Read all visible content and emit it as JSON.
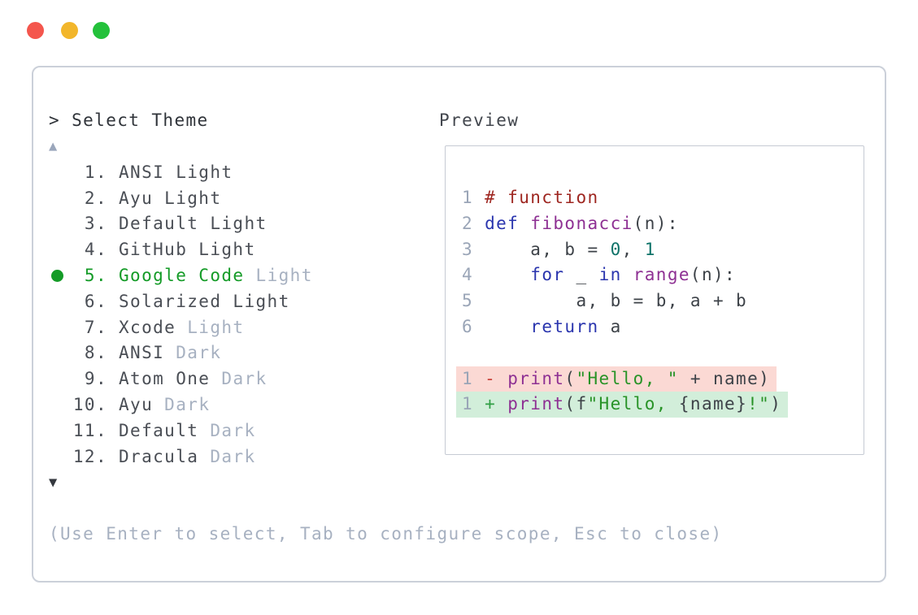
{
  "window": {
    "traffic_lights": [
      {
        "name": "close",
        "color": "#f4564d"
      },
      {
        "name": "minimize",
        "color": "#f2b62b"
      },
      {
        "name": "zoom",
        "color": "#24c13b"
      }
    ]
  },
  "modal": {
    "title": "> Select Theme",
    "up_arrow": "▲",
    "down_arrow": "▼",
    "help_text": "(Use Enter to select, Tab to configure scope, Esc to close)",
    "list": {
      "selected_index": 5,
      "items": [
        {
          "num": "1.",
          "main": "ANSI Light",
          "muted": "",
          "selected": false
        },
        {
          "num": "2.",
          "main": "Ayu Light",
          "muted": "",
          "selected": false
        },
        {
          "num": "3.",
          "main": "Default Light",
          "muted": "",
          "selected": false
        },
        {
          "num": "4.",
          "main": "GitHub Light",
          "muted": "",
          "selected": false
        },
        {
          "num": "5.",
          "main": "Google Code",
          "muted": "Light",
          "selected": true
        },
        {
          "num": "6.",
          "main": "Solarized Light",
          "muted": "",
          "selected": false
        },
        {
          "num": "7.",
          "main": "Xcode",
          "muted": "Light",
          "selected": false
        },
        {
          "num": "8.",
          "main": "ANSI",
          "muted": "Dark",
          "selected": false
        },
        {
          "num": "9.",
          "main": "Atom One",
          "muted": "Dark",
          "selected": false
        },
        {
          "num": "10.",
          "main": "Ayu",
          "muted": "Dark",
          "selected": false
        },
        {
          "num": "11.",
          "main": "Default",
          "muted": "Dark",
          "selected": false
        },
        {
          "num": "12.",
          "main": "Dracula",
          "muted": "Dark",
          "selected": false
        }
      ]
    },
    "preview": {
      "label": "Preview",
      "code_lines": [
        {
          "ln": "1",
          "diff": null,
          "segments": [
            [
              "# function",
              "comment"
            ]
          ]
        },
        {
          "ln": "2",
          "diff": null,
          "segments": [
            [
              "def",
              "keyword"
            ],
            [
              " ",
              "plain"
            ],
            [
              "fibonacci",
              "title"
            ],
            [
              "(n):",
              "plain"
            ]
          ]
        },
        {
          "ln": "3",
          "diff": null,
          "segments": [
            [
              "    a, b = ",
              "plain"
            ],
            [
              "0",
              "number"
            ],
            [
              ", ",
              "plain"
            ],
            [
              "1",
              "number"
            ]
          ]
        },
        {
          "ln": "4",
          "diff": null,
          "segments": [
            [
              "    ",
              "plain"
            ],
            [
              "for",
              "keyword"
            ],
            [
              " _ ",
              "plain"
            ],
            [
              "in",
              "keyword"
            ],
            [
              " ",
              "plain"
            ],
            [
              "range",
              "title"
            ],
            [
              "(n):",
              "plain"
            ]
          ]
        },
        {
          "ln": "5",
          "diff": null,
          "segments": [
            [
              "        a, b = b, a + b",
              "plain"
            ]
          ]
        },
        {
          "ln": "6",
          "diff": null,
          "segments": [
            [
              "    ",
              "plain"
            ],
            [
              "return",
              "keyword"
            ],
            [
              " a",
              "plain"
            ]
          ]
        },
        {
          "ln": "",
          "diff": null,
          "segments": []
        },
        {
          "ln": "1",
          "diff": "del",
          "segments": [
            [
              "- ",
              "marker-del"
            ],
            [
              "print",
              "title"
            ],
            [
              "(",
              "plain"
            ],
            [
              "\"Hello, \"",
              "string"
            ],
            [
              " + name)",
              "plain"
            ]
          ]
        },
        {
          "ln": "1",
          "diff": "add",
          "segments": [
            [
              "+ ",
              "marker-add"
            ],
            [
              "print",
              "title"
            ],
            [
              "(f",
              "plain"
            ],
            [
              "\"Hello, ",
              "string"
            ],
            [
              "{name}",
              "plain"
            ],
            [
              "!\"",
              "string"
            ],
            [
              ")",
              "plain"
            ]
          ]
        }
      ]
    }
  },
  "colors": {
    "selected_green": "#149b27",
    "muted_gray": "#a7b1c1",
    "line_number_gray": "#9aa5b7",
    "code_plain": "#3d4248",
    "code_comment": "#9e2620",
    "code_keyword": "#2a35ae",
    "code_title": "#8e3093",
    "code_number": "#0d7268",
    "code_string": "#289327",
    "diff_del_bg": "#fbd9d4",
    "diff_add_bg": "#d2eeda",
    "diff_del_marker": "#c9413a",
    "diff_add_marker": "#2f9e44",
    "border_gray": "#cbd0d9"
  }
}
